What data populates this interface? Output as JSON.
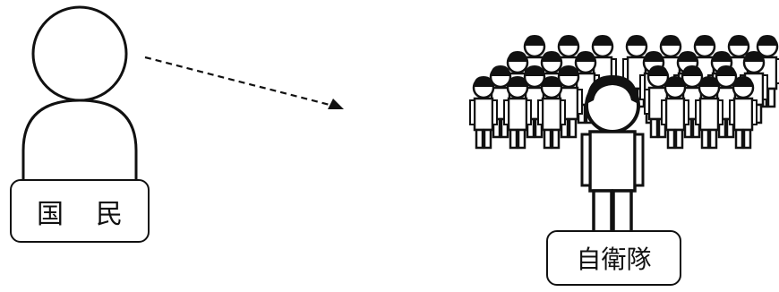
{
  "citizen": {
    "label_left": "国",
    "label_right": "民",
    "icon": "person-icon"
  },
  "arrow": {
    "style": "dashed",
    "icon": "arrow-icon"
  },
  "sdf": {
    "label": "自衛隊",
    "icon": "crowd-of-soldiers-icon"
  },
  "colors": {
    "stroke": "#111111",
    "fill": "#ffffff"
  }
}
